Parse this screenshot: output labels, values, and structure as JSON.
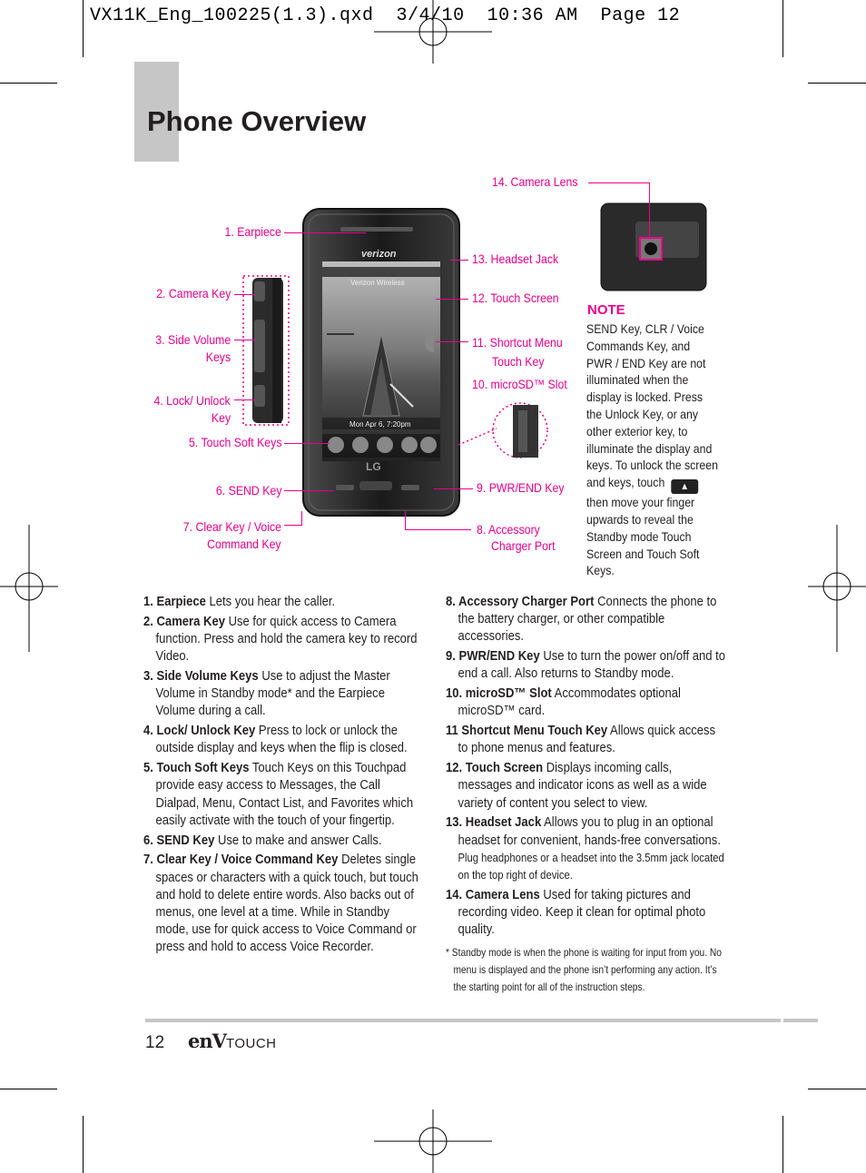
{
  "slug": "VX11K_Eng_100225(1.3).qxd  3/4/10  10:36 AM  Page 12",
  "title": "Phone Overview",
  "callouts": {
    "c1": "1. Earpiece",
    "c2": "2. Camera Key",
    "c3a": "3. Side Volume",
    "c3b": "Keys",
    "c4a": "4. Lock/ Unlock",
    "c4b": "Key",
    "c5": "5. Touch Soft Keys",
    "c6": "6. SEND Key",
    "c7a": "7. Clear Key / Voice",
    "c7b": "Command Key",
    "c8a": "8. Accessory",
    "c8b": "Charger Port",
    "c9": "9. PWR/END Key",
    "c10": "10. microSD™ Slot",
    "c11a": "11. Shortcut Menu",
    "c11b": "Touch Key",
    "c12": "12. Touch Screen",
    "c13": "13. Headset Jack",
    "c14": "14. Camera Lens"
  },
  "screen": {
    "carrier": "Verizon Wireless",
    "logo": "verizon",
    "datetime": "Mon Apr 6, 7:20pm",
    "brand": "LG"
  },
  "note": {
    "heading": "NOTE",
    "body_before": "SEND Key, CLR /  Voice Commands Key, and PWR / END Key are not illuminated when the display is locked. Press the Unlock Key, or any other exterior key, to illuminate the display and keys. To unlock the screen and keys, touch",
    "body_after": "then move your finger upwards to reveal the Standby mode Touch Screen and Touch Soft Keys."
  },
  "left_items": [
    {
      "term": "1. Earpiece",
      "desc": "  Lets you hear the caller."
    },
    {
      "term": "2. Camera Key",
      "desc": " Use for quick access to Camera function. Press and hold the camera key to record Video."
    },
    {
      "term": "3. Side Volume Keys",
      "desc": " Use to adjust the Master Volume in Standby mode* and the Earpiece Volume during a call."
    },
    {
      "term": "4. Lock/ Unlock Key",
      "desc": " Press to lock or unlock the outside display and keys when the flip is closed."
    },
    {
      "term": "5. Touch Soft Keys",
      "desc": " Touch Keys on this Touchpad provide easy access to Messages, the Call Dialpad, Menu, Contact List, and Favorites which easily activate with the touch of your fingertip."
    },
    {
      "term": "6. SEND Key",
      "desc": " Use to make and answer Calls."
    },
    {
      "term": "7. Clear Key / Voice Command Key",
      "desc": " Deletes single spaces or characters with a quick touch, but touch and hold to delete entire words. Also backs out of menus, one level at a time. While in Standby mode, use for quick access to Voice Command or press and hold to access Voice Recorder."
    }
  ],
  "right_items": [
    {
      "term": "8. Accessory Charger Port",
      "desc": " Connects the phone to the battery charger, or other compatible accessories."
    },
    {
      "term": "9. PWR/END Key",
      "desc": " Use to turn the power on/off and to end a call. Also returns to Standby mode."
    },
    {
      "term": "10. microSD™ Slot",
      "desc": " Accommodates optional microSD™ card."
    },
    {
      "term": "11 Shortcut Menu Touch Key",
      "desc": "  Allows quick access to phone menus and features."
    },
    {
      "term": "12. Touch Screen",
      "desc": " Displays incoming calls, messages and indicator icons as well as a wide variety of content you select to view."
    },
    {
      "term": "13. Headset Jack",
      "desc": " Allows you to plug in an optional headset for convenient, hands-free conversations.",
      "small": " Plug headphones or a headset into the 3.5mm jack located on the top right of device."
    },
    {
      "term": "14. Camera Lens",
      "desc": " Used for taking pictures and recording video. Keep it clean for  optimal photo quality."
    }
  ],
  "footnote": "* Standby mode is when the phone is waiting for input from you. No menu is displayed and the phone isn’t performing any action. It’s the starting point for all of the instruction steps.",
  "footer": {
    "page_number": "12",
    "brand_env": "enV",
    "brand_touch": "TOUCH"
  },
  "colors": {
    "accent": "#ec008c",
    "tab_gray": "#c6c6c6",
    "text": "#231f20"
  }
}
